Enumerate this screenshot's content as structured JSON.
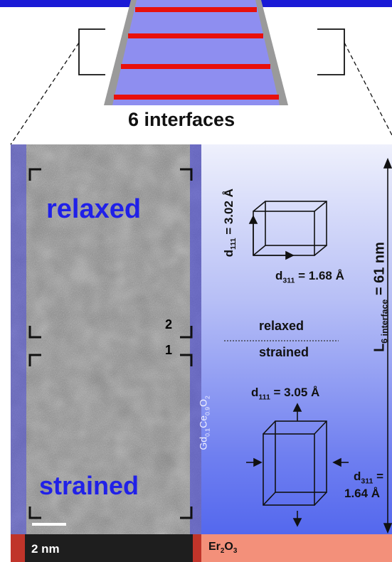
{
  "figure": {
    "stack_caption": "6 interfaces",
    "tem_labels": {
      "relaxed": "relaxed",
      "strained": "strained",
      "scale_bar": "2 nm",
      "marker_2": "2",
      "marker_1": "1"
    },
    "schematic_labels": {
      "relaxed": "relaxed",
      "strained": "strained",
      "d111_relaxed_symbol": "d",
      "d111_relaxed_sub": "111",
      "d111_relaxed_value": " = 3.02 Å",
      "d311_relaxed_symbol": "d",
      "d311_relaxed_sub": "311",
      "d311_relaxed_value": " = 1.68 Å",
      "d111_strained_symbol": "d",
      "d111_strained_sub": "111",
      "d111_strained_value": " = 3.05 Å",
      "d311_strained_symbol": "d",
      "d311_strained_sub": "311",
      "d311_strained_value_a": " =",
      "d311_strained_value_b": "1.64 Å",
      "length_symbol": "L",
      "length_sub": "6 interface",
      "length_value": " = 61 nm",
      "film_pre": "Gd",
      "film_sub1": "0.1",
      "film_mid": "Ce",
      "film_sub2": "0.9",
      "film_post": "O",
      "film_sub3": "2",
      "substrate_pre": "Er",
      "substrate_sub1": "2",
      "substrate_post": "O",
      "substrate_sub2": "3"
    },
    "colors": {
      "title_bar": "#1a1ad6",
      "layer_blue": "#8e8ef0",
      "interface_red": "#e8100c",
      "label_blue": "#2020e8",
      "substrate": "#f3907a"
    }
  }
}
